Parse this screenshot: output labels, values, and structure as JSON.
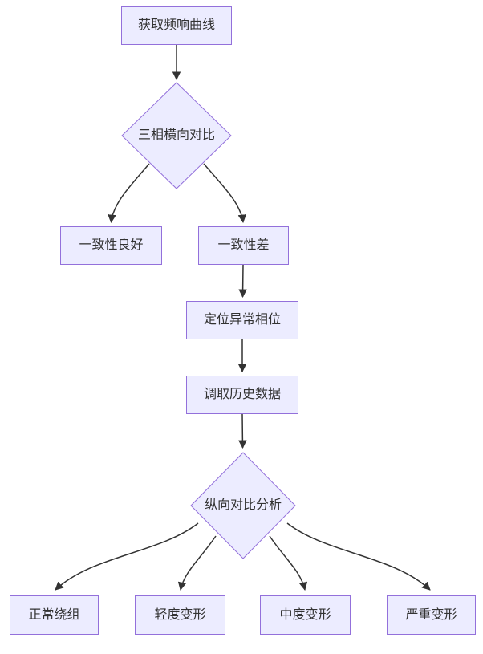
{
  "diagram": {
    "type": "flowchart",
    "direction": "top-down",
    "background_color": "#FFFFFF",
    "node_fill_color": "#ECECFF",
    "node_border_color": "#9370DB",
    "edge_color": "#333333",
    "text_color": "#333333"
  },
  "nodes": [
    {
      "id": "A",
      "type": "rect",
      "label": "获取频响曲线"
    },
    {
      "id": "B",
      "type": "diamond",
      "label": "三相横向对比"
    },
    {
      "id": "C",
      "type": "rect",
      "label": "一致性良好"
    },
    {
      "id": "D",
      "type": "rect",
      "label": "一致性差"
    },
    {
      "id": "E",
      "type": "rect",
      "label": "定位异常相位"
    },
    {
      "id": "F",
      "type": "rect",
      "label": "调取历史数据"
    },
    {
      "id": "G",
      "type": "diamond",
      "label": "纵向对比分析"
    },
    {
      "id": "H",
      "type": "rect",
      "label": "正常绕组"
    },
    {
      "id": "I",
      "type": "rect",
      "label": "轻度变形"
    },
    {
      "id": "J",
      "type": "rect",
      "label": "中度变形"
    },
    {
      "id": "K",
      "type": "rect",
      "label": "严重变形"
    }
  ],
  "edges": [
    {
      "from": "获取频响曲线",
      "to": "三相横向对比"
    },
    {
      "from": "三相横向对比",
      "to": "一致性良好"
    },
    {
      "from": "三相横向对比",
      "to": "一致性差"
    },
    {
      "from": "一致性差",
      "to": "定位异常相位"
    },
    {
      "from": "定位异常相位",
      "to": "调取历史数据"
    },
    {
      "from": "调取历史数据",
      "to": "纵向对比分析"
    },
    {
      "from": "纵向对比分析",
      "to": "正常绕组"
    },
    {
      "from": "纵向对比分析",
      "to": "轻度变形"
    },
    {
      "from": "纵向对比分析",
      "to": "中度变形"
    },
    {
      "from": "纵向对比分析",
      "to": "严重变形"
    }
  ]
}
